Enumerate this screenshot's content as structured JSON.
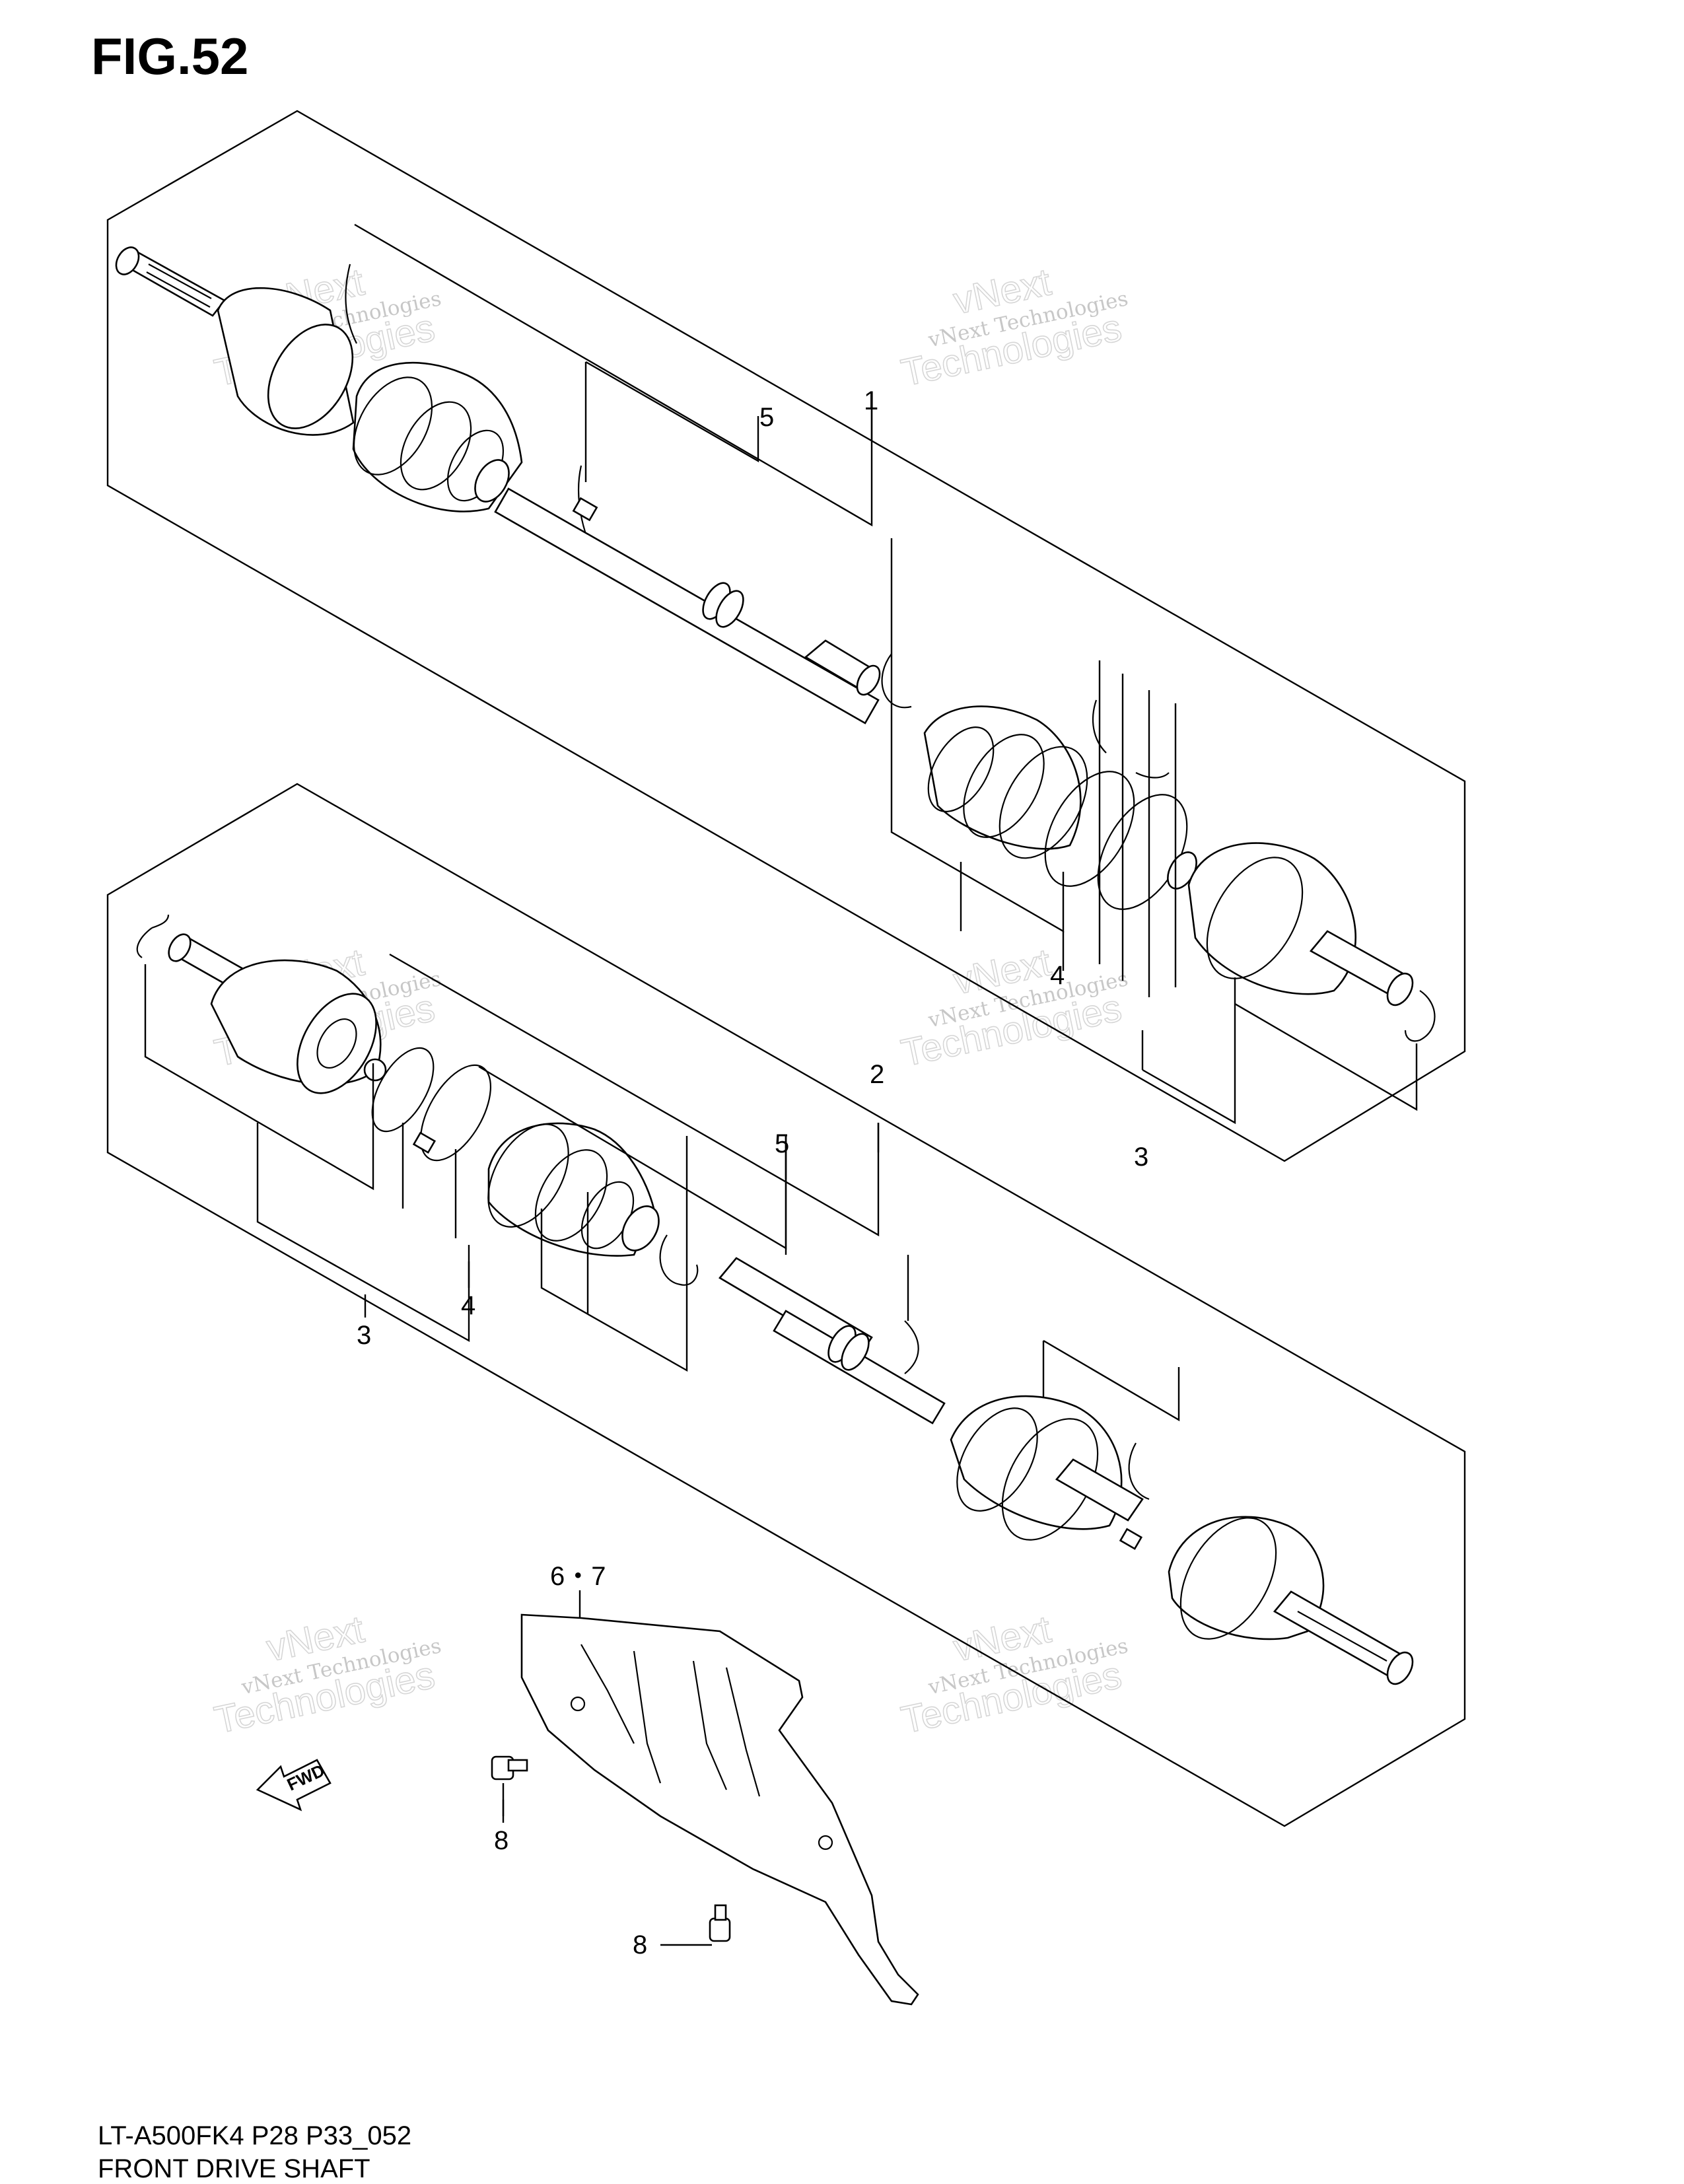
{
  "figure": {
    "title": "FIG.52",
    "code": "LT-A500FK4 P28 P33_052",
    "name": "FRONT DRIVE SHAFT"
  },
  "callouts": {
    "c1": "1",
    "c2": "2",
    "c3_upper": "3",
    "c3_lower": "3",
    "c4_upper": "4",
    "c4_lower": "4",
    "c5_upper": "5",
    "c5_lower": "5",
    "c67": "6・7",
    "c8_a": "8",
    "c8_b": "8"
  },
  "fwd_label": "FWD",
  "watermark": {
    "brand": "vNext",
    "line1": "vNext Technologies",
    "line2": "Technologies"
  },
  "icons": [
    "fwd-arrow-icon",
    "bolt-icon"
  ]
}
